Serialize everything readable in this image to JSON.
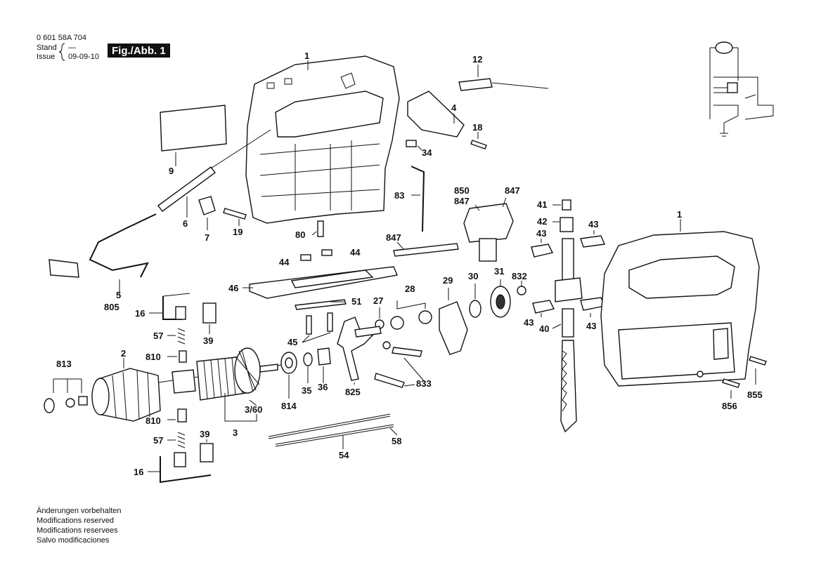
{
  "header": {
    "part_number": "0 601 58A 704",
    "stand_label": "Stand",
    "stand_value": "—",
    "issue_label": "Issue",
    "issue_value": "09-09-10",
    "figure_tag": "Fig./Abb. 1"
  },
  "footer": {
    "lines": [
      "Änderungen vorbehalten",
      "Modifications reserved",
      "Modifications reservees",
      "Salvo modificaciones"
    ]
  },
  "callouts": {
    "c1a": "1",
    "c12": "12",
    "c4": "4",
    "c18": "18",
    "c34": "34",
    "c9": "9",
    "c83": "83",
    "c6": "6",
    "c7": "7",
    "c19": "19",
    "c80": "80",
    "c850": "850",
    "c847a": "847",
    "c847b": "847",
    "c847c": "847",
    "c41": "41",
    "c42": "42",
    "c43a": "43",
    "c43b": "43",
    "c43c": "43",
    "c43d": "43",
    "c1b": "1",
    "c5": "5",
    "c805": "805",
    "c44a": "44",
    "c44b": "44",
    "c46": "46",
    "c51": "51",
    "c28": "28",
    "c29": "29",
    "c30": "30",
    "c31": "31",
    "c832": "832",
    "c16a": "16",
    "c57a": "57",
    "c39a": "39",
    "c27": "27",
    "c45": "45",
    "c40": "40",
    "c2": "2",
    "c810a": "810",
    "c813": "813",
    "c35": "35",
    "c36": "36",
    "c825": "825",
    "c833": "833",
    "c855": "855",
    "c856": "856",
    "c814": "814",
    "c360": "3/60",
    "c3": "3",
    "c810b": "810",
    "c57b": "57",
    "c39b": "39",
    "c54": "54",
    "c58": "58",
    "c16b": "16"
  }
}
